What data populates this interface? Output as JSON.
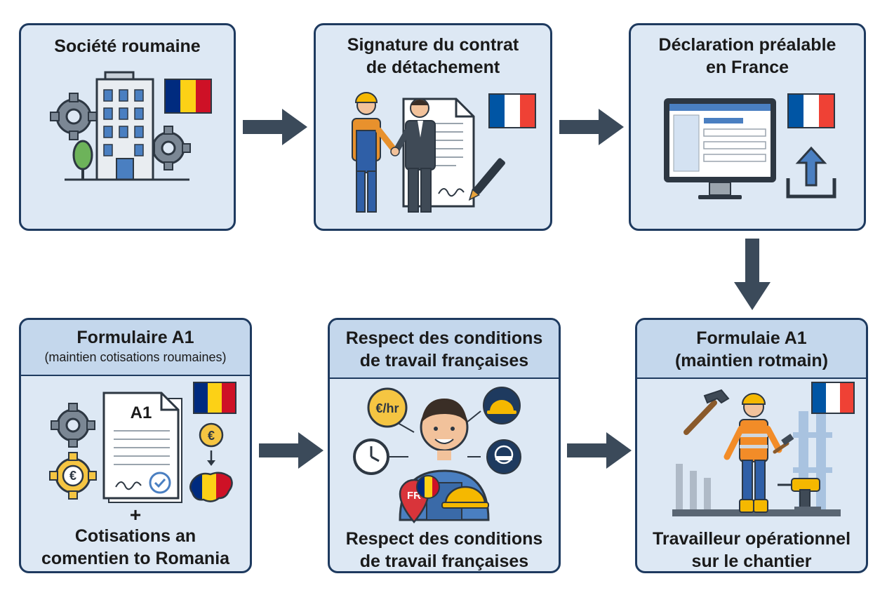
{
  "steps": [
    {
      "title": "Société roumaine"
    },
    {
      "title_line1": "Signature du contrat",
      "title_line2": "de détachement"
    },
    {
      "title_line1": "Déclaration préalable",
      "title_line2": "en France"
    },
    {
      "title": "Formulaire A1",
      "subtitle": "(maintien cotisations roumaines)",
      "doc_label": "A1",
      "plus": "+",
      "footer_line1": "Cotisations an",
      "footer_line2": "comentien to Romania"
    },
    {
      "title_line1": "Respect des conditions",
      "title_line2": "de travail françaises",
      "footer_line1": "Respect des conditions",
      "footer_line2": "de travail françaises",
      "rate_label": "€/hr",
      "pin_label": "FR"
    },
    {
      "title_line1": "Formulaie A1",
      "title_line2": "(maintien rotmain)",
      "footer_line1": "Travailleur opérationnel",
      "footer_line2": "sur le chantier"
    }
  ],
  "euro_symbol": "€",
  "colors": {
    "card_bg": "#dde8f4",
    "card_border": "#1e3a5f",
    "arrow": "#3b4a5a",
    "ro_blue": "#002b7f",
    "ro_yellow": "#fcd116",
    "ro_red": "#ce1126",
    "fr_blue": "#0055a4",
    "fr_red": "#ef4135"
  }
}
